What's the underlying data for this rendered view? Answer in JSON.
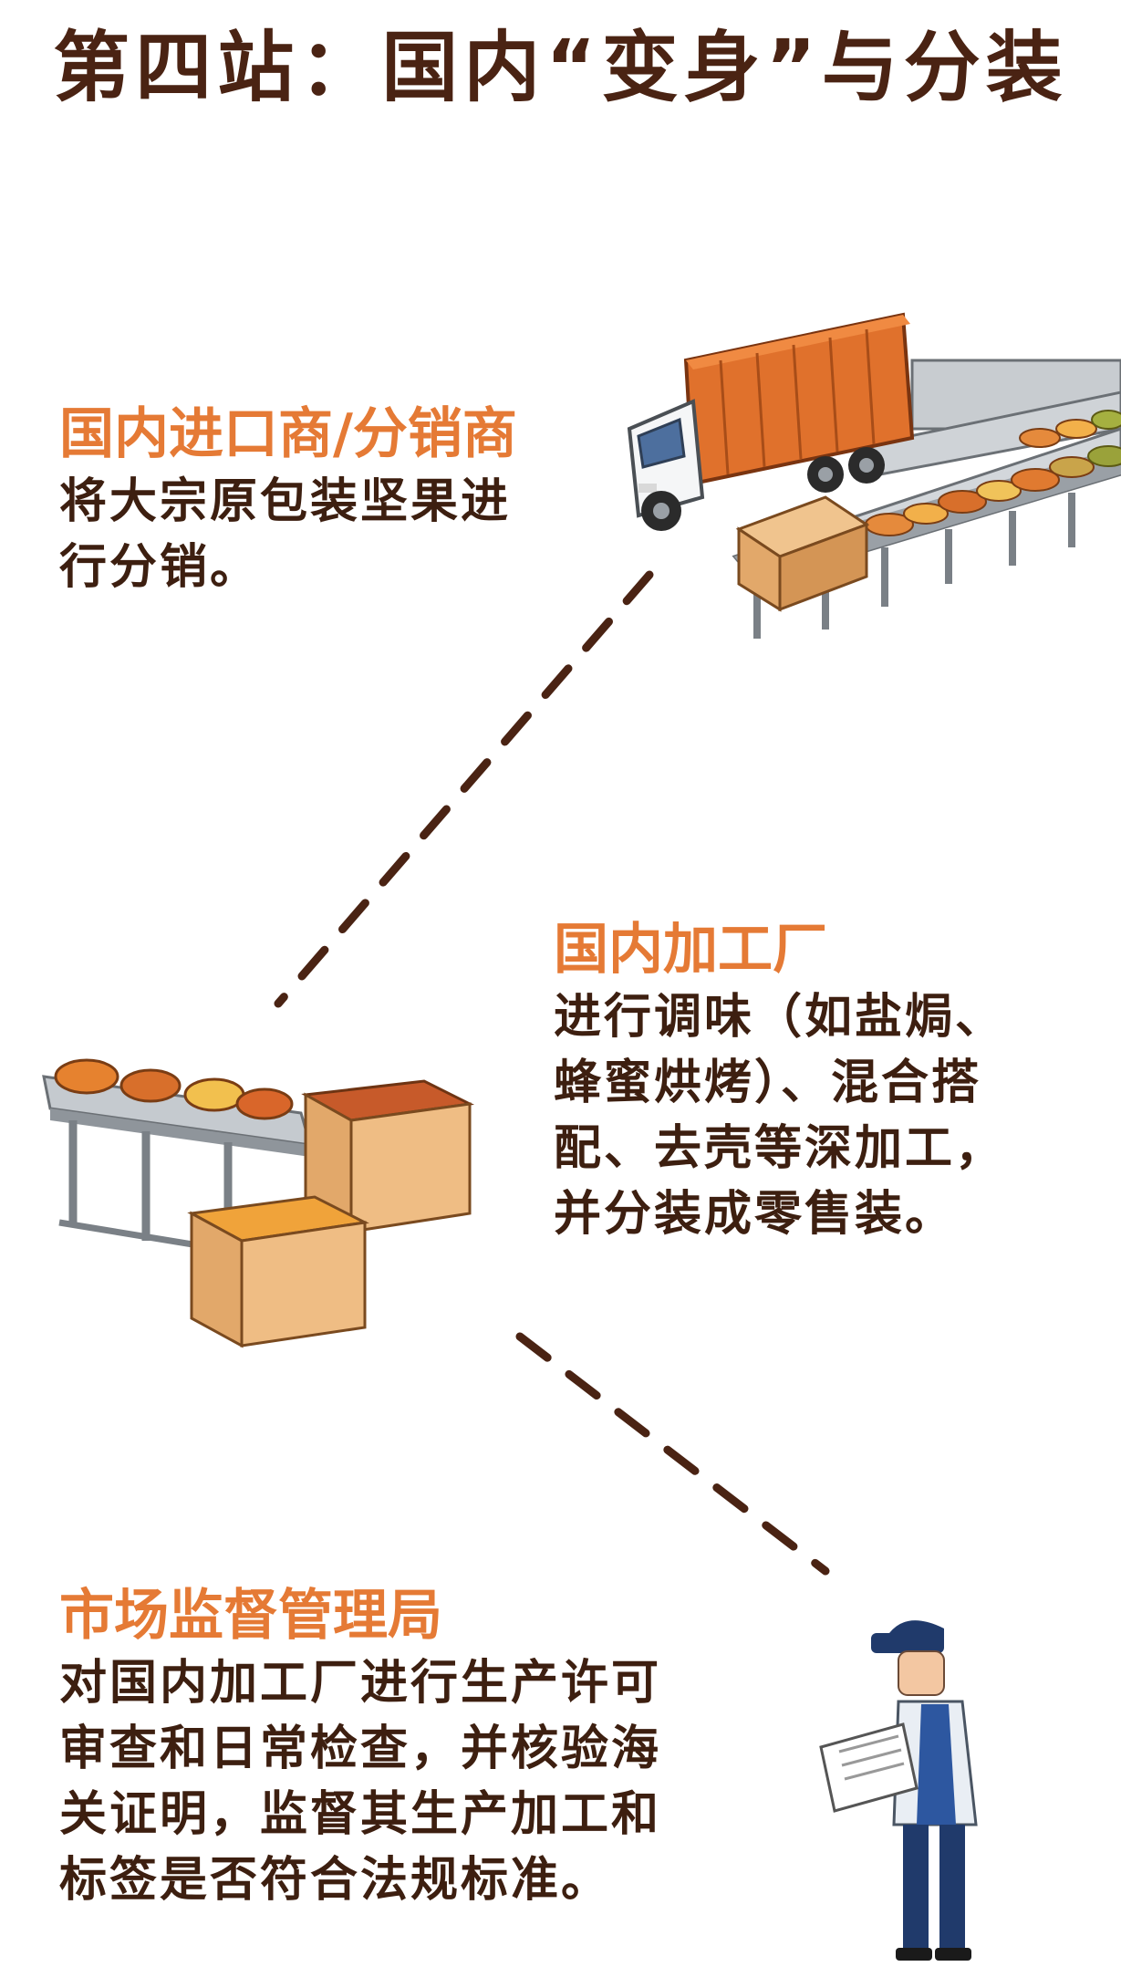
{
  "title": "第四站：国内“变身”与分装",
  "colors": {
    "title": "#4a2313",
    "heading": "#e57a35",
    "body": "#3d1f10",
    "dash": "#4a2313"
  },
  "stations": {
    "importer": {
      "heading": "国内进口商/分销商",
      "lines": [
        "将大宗原包装坚果进",
        "行分销。"
      ],
      "icon": "truck-conveyor-icon"
    },
    "factory": {
      "heading": "国内加工厂",
      "lines": [
        "进行调味（如盐焗、",
        "蜂蜜烘烤）、混合搭",
        "配、去壳等深加工，",
        "并分装成零售装。"
      ],
      "icon": "conveyor-boxes-icon"
    },
    "regulator": {
      "heading": "市场监督管理局",
      "lines": [
        "对国内加工厂进行生产许可",
        "审查和日常检查，并核验海",
        "关证明，监督其生产加工和",
        "标签是否符合法规标准。"
      ],
      "icon": "inspector-icon"
    }
  }
}
